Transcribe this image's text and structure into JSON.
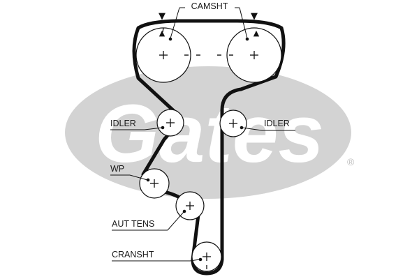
{
  "brand": {
    "logo_text": "Gates",
    "registered_mark": "®",
    "logo_color": "#d3d3d3"
  },
  "colors": {
    "belt": "#111111",
    "pulley_outline": "#111111",
    "text": "#1a1a1a",
    "background": "#ffffff"
  },
  "labels": {
    "camshaft": "CAMSHT",
    "idler_left": "IDLER",
    "idler_right": "IDLER",
    "water_pump": "WP",
    "auto_tensioner": "AUT TENS",
    "crankshaft": "CRANSHT"
  },
  "marks": {
    "center_plus": "+",
    "timing_arrow": "▼",
    "timing_triangle": "▲"
  }
}
